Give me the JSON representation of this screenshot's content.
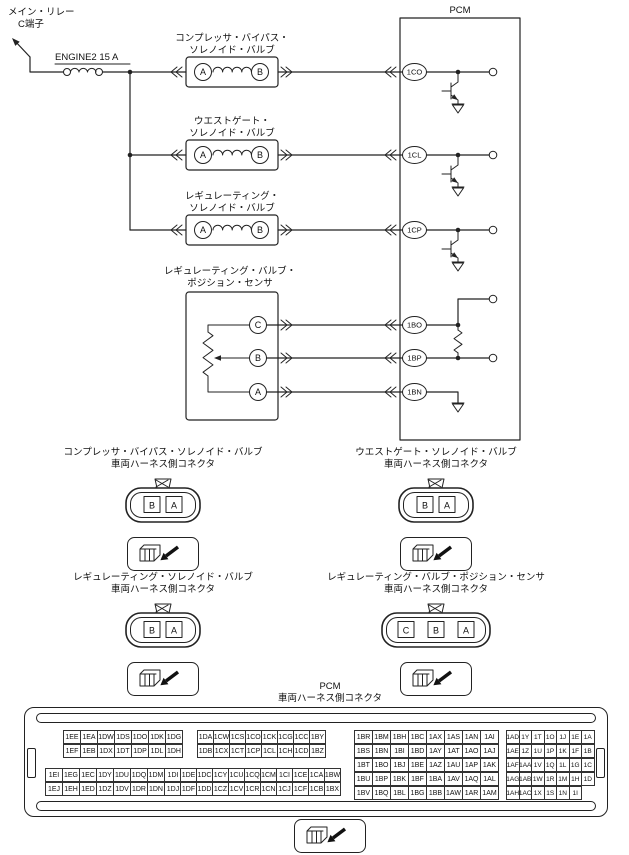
{
  "wiring": {
    "source": {
      "line1": "メイン・リレー",
      "line2": "C端子"
    },
    "fuse": {
      "label": "ENGINE2 15 A"
    },
    "pcm_title": "PCM",
    "valves": [
      {
        "label1": "コンプレッサ・バイパス・",
        "label2": "ソレノイド・バルブ",
        "pin_a": "A",
        "pin_b": "B",
        "pcm_pin": "1CO"
      },
      {
        "label1": "ウエストゲート・",
        "label2": "ソレノイド・バルブ",
        "pin_a": "A",
        "pin_b": "B",
        "pcm_pin": "1CL"
      },
      {
        "label1": "レギュレーティング・",
        "label2": "ソレノイド・バルブ",
        "pin_a": "A",
        "pin_b": "B",
        "pcm_pin": "1CP"
      }
    ],
    "sensor": {
      "label1": "レギュレーティング・バルブ・",
      "label2": "ポジション・センサ",
      "pin_top": "C",
      "pin_mid": "B",
      "pin_bot": "A",
      "pcm_pin_top": "1BO",
      "pcm_pin_mid": "1BP",
      "pcm_pin_bot": "1BN"
    }
  },
  "connectors": [
    {
      "title1": "コンプレッサ・バイパス・ソレノイド・バルブ",
      "title2": "車両ハーネス側コネクタ",
      "pins": [
        "B",
        "A"
      ]
    },
    {
      "title1": "ウエストゲート・ソレノイド・バルブ",
      "title2": "車両ハーネス側コネクタ",
      "pins": [
        "B",
        "A"
      ]
    },
    {
      "title1": "レギュレーティング・ソレノイド・バルブ",
      "title2": "車両ハーネス側コネクタ",
      "pins": [
        "B",
        "A"
      ]
    },
    {
      "title1": "レギュレーティング・バルブ・ポジション・センサ",
      "title2": "車両ハーネス側コネクタ",
      "pins": [
        "C",
        "B",
        "A"
      ]
    }
  ],
  "pcm_connector": {
    "title1": "PCM",
    "title2": "車両ハーネス側コネクタ",
    "blocks": [
      {
        "rows": [
          [
            "1EE",
            "1EA",
            "1DW",
            "1DS",
            "1DO",
            "1DK",
            "1DG"
          ],
          [
            "1EF",
            "1EB",
            "1DX",
            "1DT",
            "1DP",
            "1DL",
            "1DH"
          ],
          [
            "1EI",
            "1EG",
            "1EC",
            "1DY",
            "1DU",
            "1DQ",
            "1DM",
            "1DI"
          ],
          [
            "1EJ",
            "1EH",
            "1ED",
            "1DZ",
            "1DV",
            "1DR",
            "1DN",
            "1DJ"
          ]
        ]
      },
      {
        "rows": [
          [
            "1DA",
            "1CW",
            "1CS",
            "1CO",
            "1CK",
            "1CG",
            "1CC",
            "1BY"
          ],
          [
            "1DB",
            "1CX",
            "1CT",
            "1CP",
            "1CL",
            "1CH",
            "1CD",
            "1BZ"
          ],
          [
            "1DE",
            "1DC",
            "1CY",
            "1CU",
            "1CQ",
            "1CM",
            "1CI",
            "1CE",
            "1CA",
            "1BW"
          ],
          [
            "1DF",
            "1DD",
            "1CZ",
            "1CV",
            "1CR",
            "1CN",
            "1CJ",
            "1CF",
            "1CB",
            "1BX"
          ]
        ]
      },
      {
        "rows": [
          [
            "1BR",
            "1BM",
            "1BH",
            "1BC",
            "1AX",
            "1AS",
            "1AN",
            "1AI"
          ],
          [
            "1BS",
            "1BN",
            "1BI",
            "1BD",
            "1AY",
            "1AT",
            "1AO",
            "1AJ"
          ],
          [
            "1BT",
            "1BO",
            "1BJ",
            "1BE",
            "1AZ",
            "1AU",
            "1AP",
            "1AK"
          ],
          [
            "1BU",
            "1BP",
            "1BK",
            "1BF",
            "1BA",
            "1AV",
            "1AQ",
            "1AL"
          ],
          [
            "1BV",
            "1BQ",
            "1BL",
            "1BG",
            "1BB",
            "1AW",
            "1AR",
            "1AM"
          ]
        ]
      },
      {
        "rows": [
          [
            "1AD",
            "1Y",
            "1T",
            "1O",
            "1J",
            "1E",
            "1A"
          ],
          [
            "1AE",
            "1Z",
            "1U",
            "1P",
            "1K",
            "1F",
            "1B"
          ],
          [
            "1AF",
            "1AA",
            "1V",
            "1Q",
            "1L",
            "1G",
            "1C"
          ],
          [
            "1AG",
            "1AB",
            "1W",
            "1R",
            "1M",
            "1H",
            "1D"
          ],
          [
            "1AH",
            "1AC",
            "1X",
            "1S",
            "1N",
            "1I"
          ]
        ]
      }
    ]
  }
}
